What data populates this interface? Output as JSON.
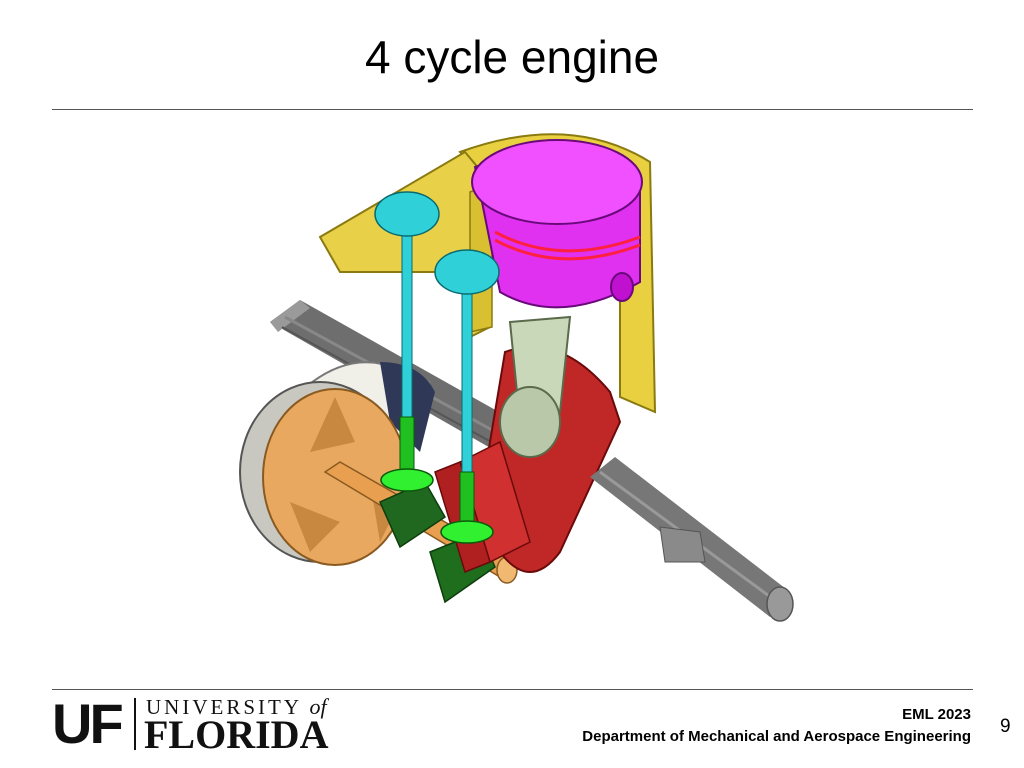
{
  "slide": {
    "title": "4 cycle engine",
    "page_number": "9"
  },
  "footer": {
    "course": "EML 2023",
    "department": "Department of Mechanical and Aerospace Engineering"
  },
  "logo": {
    "uf": "UF",
    "university": "UNIVERSITY",
    "of": "of",
    "florida": "FLORIDA"
  },
  "figure": {
    "icon": "engine-illustration",
    "colors": {
      "piston": "#e030f0",
      "cylinder": "#e8d040",
      "valve": "#30d0d8",
      "crank": "#c02020",
      "shaft": "#707070",
      "rod": "#c8d8b0",
      "cam": "#e8a050",
      "rocker": "#208020"
    }
  }
}
